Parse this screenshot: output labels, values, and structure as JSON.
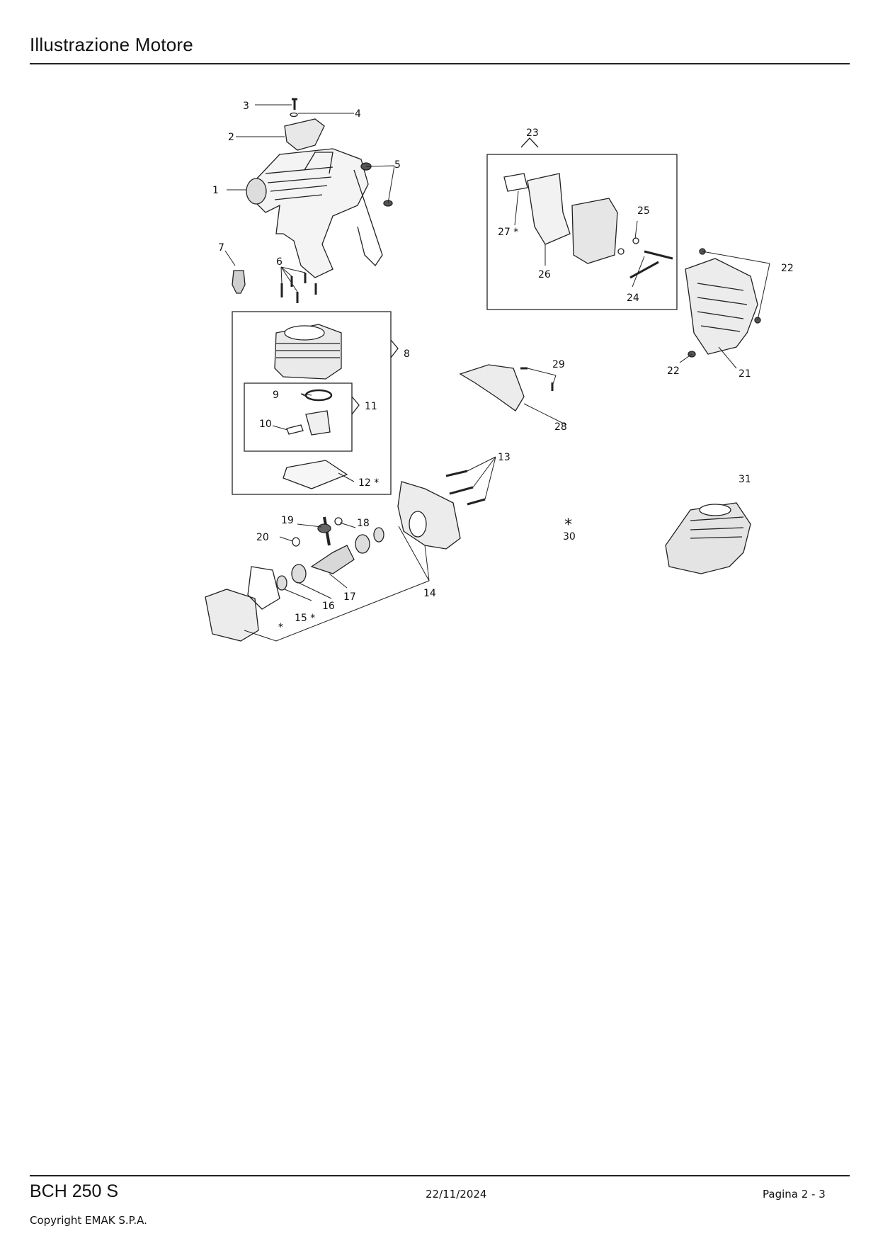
{
  "header": {
    "title": "Illustrazione  Motore"
  },
  "footer": {
    "model": "BCH 250 S",
    "date": "22/11/2024",
    "page": "Pagina 2 - 3",
    "copyright": "Copyright EMAK S.P.A."
  },
  "labels": {
    "l1": "1",
    "l2": "2",
    "l3": "3",
    "l4": "4",
    "l5": "5",
    "l6": "6",
    "l7": "7",
    "l8": "8",
    "l9": "9",
    "l10": "10",
    "l11": "11",
    "l12": "12 *",
    "l13": "13",
    "l14": "14",
    "l15": "15 *",
    "l16": "16",
    "l17": "17",
    "l18": "18",
    "l19": "19",
    "l20": "20",
    "l21": "21",
    "l22a": "22",
    "l22b": "22",
    "l23": "23",
    "l24": "24",
    "l25": "25",
    "l26": "26",
    "l27": "27 *",
    "l28": "28",
    "l29": "29",
    "l30": "30",
    "l30star": "*",
    "l31": "31",
    "lstar": "*"
  }
}
